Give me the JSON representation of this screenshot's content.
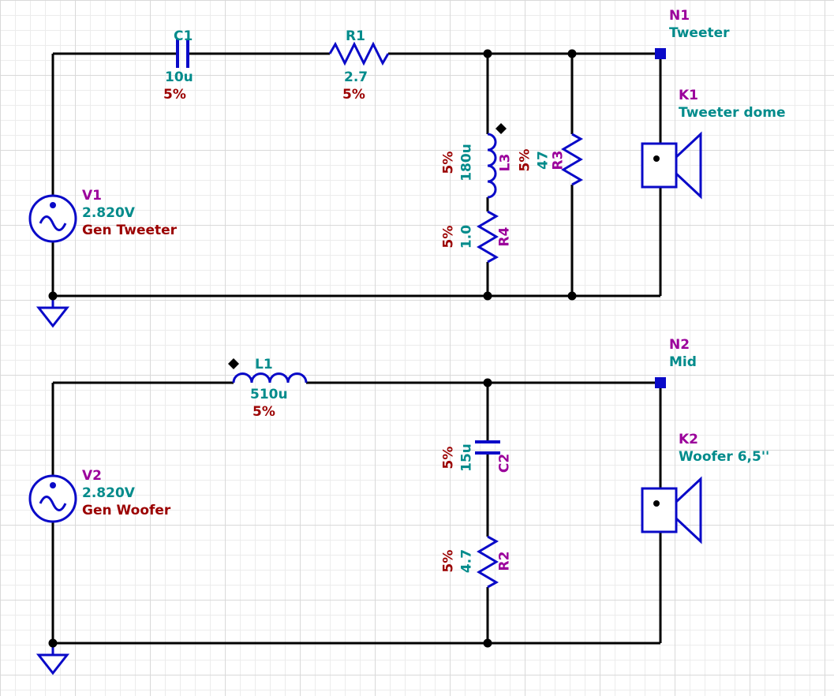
{
  "colors": {
    "wire": "#000000",
    "component": "#0a0ac8",
    "designator_teal": "#008b8b",
    "node_name": "#9b009b",
    "value": "#008b8b",
    "tolerance": "#9b0000",
    "grid_minor": "#ececec",
    "grid_major": "#d9d9d9"
  },
  "components": {
    "c1": {
      "designator": "C1",
      "value": "10u",
      "tolerance": "5%"
    },
    "r1": {
      "designator": "R1",
      "value": "2.7",
      "tolerance": "5%"
    },
    "l3": {
      "designator": "L3",
      "value": "180u",
      "tolerance": "5%"
    },
    "r3": {
      "designator": "R3",
      "value": "47",
      "tolerance": "5%"
    },
    "r4": {
      "designator": "R4",
      "value": "1.0",
      "tolerance": "5%"
    },
    "l1": {
      "designator": "L1",
      "value": "510u",
      "tolerance": "5%"
    },
    "c2": {
      "designator": "C2",
      "value": "15u",
      "tolerance": "5%"
    },
    "r2": {
      "designator": "R2",
      "value": "4.7",
      "tolerance": "5%"
    }
  },
  "sources": {
    "v1": {
      "name": "V1",
      "value": "2.820V",
      "description": "Gen Tweeter"
    },
    "v2": {
      "name": "V2",
      "value": "2.820V",
      "description": "Gen Woofer"
    }
  },
  "nodes": {
    "n1": {
      "name": "N1",
      "label": "Tweeter"
    },
    "n2": {
      "name": "N2",
      "label": "Mid"
    }
  },
  "speakers": {
    "k1": {
      "name": "K1",
      "label": "Tweeter dome"
    },
    "k2": {
      "name": "K2",
      "label": "Woofer 6,5''"
    }
  }
}
